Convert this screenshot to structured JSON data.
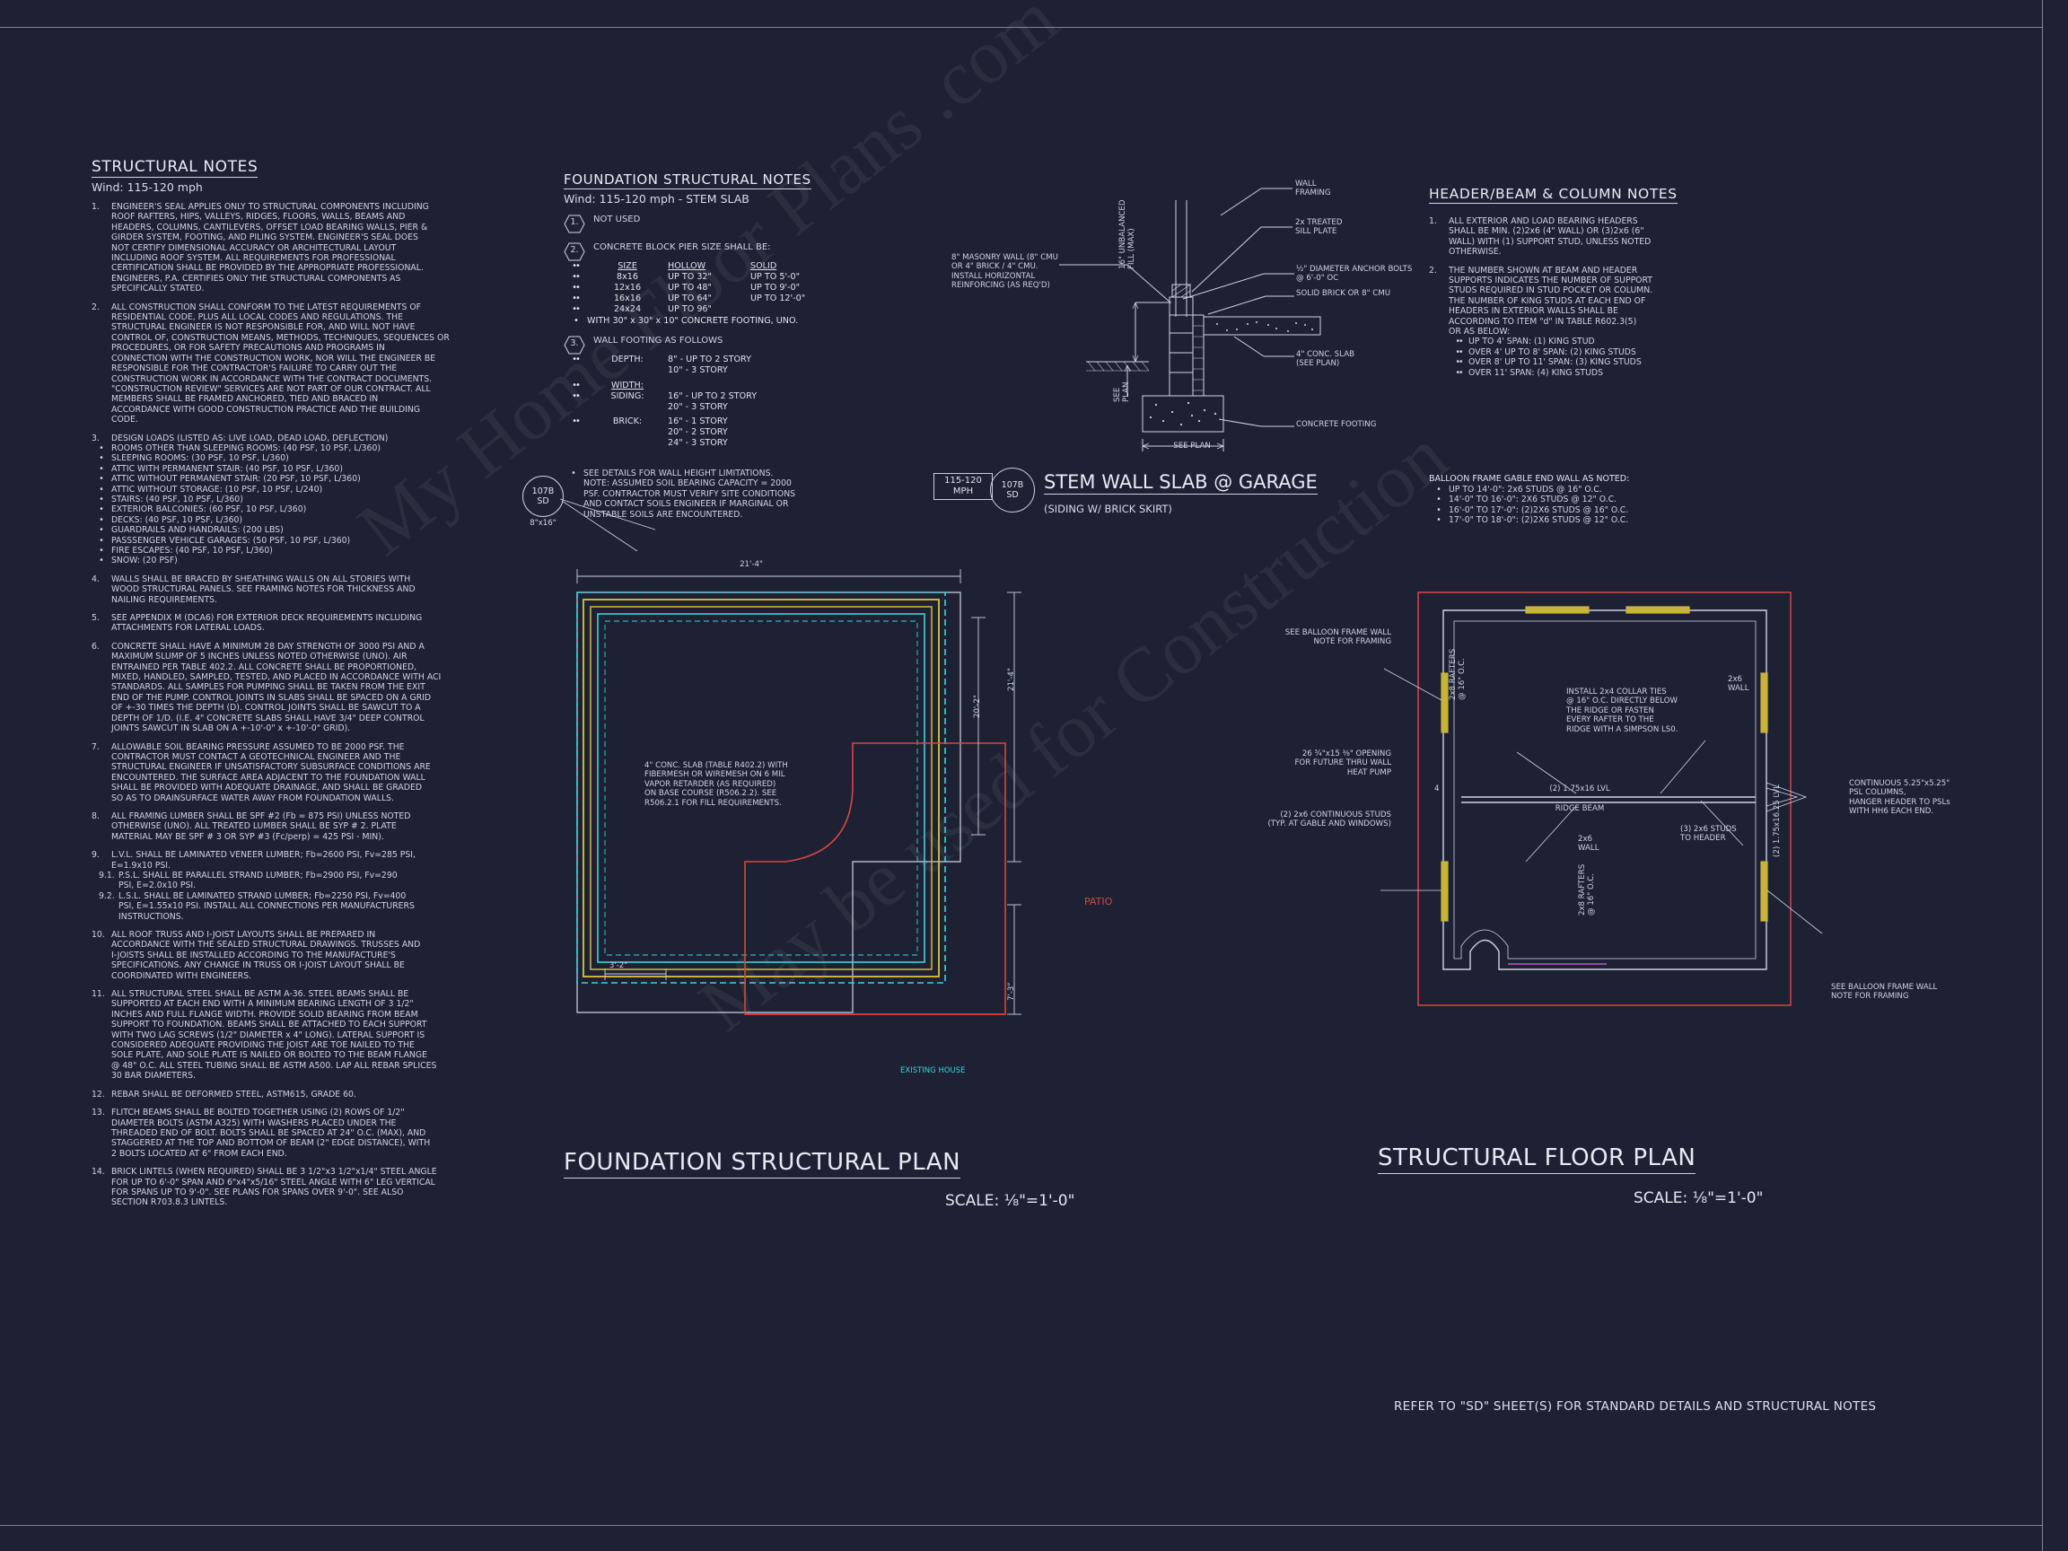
{
  "sheet": {
    "background": "#1d2133",
    "ink": "#cfd4e4"
  },
  "structural_notes": {
    "title": "STRUCTURAL NOTES",
    "wind": "Wind: 115-120 mph",
    "items": [
      {
        "num": "1.",
        "text": "ENGINEER'S SEAL APPLIES ONLY TO STRUCTURAL COMPONENTS INCLUDING\nROOF RAFTERS, HIPS, VALLEYS, RIDGES, FLOORS, WALLS, BEAMS AND\nHEADERS, COLUMNS, CANTILEVERS, OFFSET LOAD BEARING WALLS, PIER &\nGIRDER SYSTEM, FOOTING, AND PILING SYSTEM.  ENGINEER'S SEAL DOES\nNOT CERTIFY DIMENSIONAL ACCURACY OR ARCHITECTURAL LAYOUT\nINCLUDING ROOF SYSTEM. ALL REQUIREMENTS FOR PROFESSIONAL\nCERTIFICATION SHALL BE PROVIDED BY THE APPROPRIATE PROFESSIONAL.\nENGINEERS, P.A. CERTIFIES ONLY THE STRUCTURAL COMPONENTS AS\nSPECIFICALLY STATED."
      },
      {
        "num": "2.",
        "text": "ALL CONSTRUCTION SHALL CONFORM TO THE LATEST REQUIREMENTS OF\nRESIDENTIAL CODE, PLUS ALL LOCAL CODES AND REGULATIONS. THE\nSTRUCTURAL ENGINEER IS NOT RESPONSIBLE FOR, AND WILL NOT HAVE\nCONTROL OF, CONSTRUCTION MEANS, METHODS, TECHNIQUES, SEQUENCES OR\nPROCEDURES, OR FOR SAFETY PRECAUTIONS AND PROGRAMS IN\nCONNECTION WITH THE CONSTRUCTION WORK, NOR WILL THE ENGINEER BE\nRESPONSIBLE FOR THE CONTRACTOR'S FAILURE TO CARRY OUT THE\nCONSTRUCTION WORK IN ACCORDANCE WITH THE CONTRACT DOCUMENTS.\n\"CONSTRUCTION REVIEW\" SERVICES ARE NOT PART OF OUR CONTRACT. ALL\nMEMBERS SHALL BE FRAMED ANCHORED, TIED AND BRACED IN\nACCORDANCE WITH GOOD CONSTRUCTION PRACTICE AND THE BUILDING\nCODE."
      }
    ],
    "design_loads": {
      "num": "3.",
      "heading": "DESIGN LOADS (LISTED AS: LIVE LOAD, DEAD LOAD, DEFLECTION)",
      "bullets": [
        "ROOMS OTHER THAN SLEEPING ROOMS: (40 PSF, 10 PSF, L/360)",
        "SLEEPING ROOMS: (30 PSF, 10 PSF, L/360)",
        "ATTIC WITH PERMANENT STAIR: (40 PSF, 10 PSF, L/360)",
        "ATTIC WITHOUT PERMANENT STAIR: (20 PSF, 10 PSF, L/360)",
        "ATTIC WITHOUT STORAGE: (10 PSF, 10 PSF, L/240)",
        "STAIRS: (40 PSF, 10 PSF, L/360)",
        "EXTERIOR BALCONIES: (60 PSF, 10 PSF, L/360)",
        "DECKS: (40 PSF, 10 PSF, L/360)",
        "GUARDRAILS AND HANDRAILS: (200 LBS)",
        "PASSSENGER VEHICLE GARAGES: (50 PSF, 10 PSF, L/360)",
        "FIRE ESCAPES: (40 PSF, 10 PSF, L/360)",
        "SNOW: (20 PSF)"
      ]
    },
    "items2": [
      {
        "num": "4.",
        "text": "WALLS SHALL BE BRACED BY SHEATHING WALLS ON ALL STORIES WITH\nWOOD STRUCTURAL PANELS. SEE FRAMING NOTES FOR THICKNESS AND\nNAILING REQUIREMENTS."
      },
      {
        "num": "5.",
        "text": "SEE APPENDIX M (DCA6) FOR EXTERIOR DECK REQUIREMENTS INCLUDING\nATTACHMENTS FOR LATERAL LOADS."
      },
      {
        "num": "6.",
        "text": "CONCRETE SHALL HAVE A MINIMUM 28 DAY STRENGTH OF 3000 PSI AND A\nMAXIMUM SLUMP OF 5 INCHES UNLESS NOTED OTHERWISE (UNO). AIR\nENTRAINED PER TABLE 402.2. ALL CONCRETE SHALL BE PROPORTIONED,\nMIXED, HANDLED, SAMPLED, TESTED, AND PLACED IN ACCORDANCE WITH ACI\nSTANDARDS. ALL SAMPLES FOR PUMPING SHALL BE TAKEN FROM THE EXIT\nEND OF THE PUMP. CONTROL JOINTS IN SLABS SHALL BE SPACED ON A GRID\nOF +-30 TIMES THE DEPTH (D). CONTROL JOINTS SHALL BE SAWCUT TO A\nDEPTH OF 1/D. (I.E. 4\" CONCRETE SLABS SHALL HAVE 3/4\" DEEP CONTROL\nJOINTS SAWCUT IN SLAB ON A +-10'-0\" x +-10'-0\" GRID)."
      },
      {
        "num": "7.",
        "text": "ALLOWABLE SOIL BEARING PRESSURE ASSUMED TO BE 2000 PSF. THE\nCONTRACTOR MUST CONTACT A GEOTECHNICAL ENGINEER AND THE\nSTRUCTURAL ENGINEER IF UNSATISFACTORY SUBSURFACE CONDITIONS ARE\nENCOUNTERED. THE SURFACE AREA ADJACENT TO THE FOUNDATION WALL\nSHALL BE PROVIDED WITH ADEQUATE DRAINAGE, AND SHALL BE GRADED\nSO AS TO DRAINSURFACE WATER AWAY FROM FOUNDATION WALLS."
      },
      {
        "num": "8.",
        "text": "ALL FRAMING LUMBER SHALL BE SPF #2 (Fb = 875 PSI) UNLESS NOTED\nOTHERWISE (UNO). ALL TREATED LUMBER SHALL BE SYP # 2. PLATE\nMATERIAL MAY BE SPF # 3 OR SYP #3 (Fc/perp) = 425 PSI - MIN)."
      },
      {
        "num": "9.",
        "text": "L.V.L.  SHALL BE LAMINATED VENEER LUMBER; Fb=2600 PSI, Fv=285 PSI,\nE=1.9x10  PSI."
      },
      {
        "num": "9.1.",
        "text": "P.S.L. SHALL BE PARALLEL STRAND LUMBER; Fb=2900 PSI, Fv=290\nPSI, E=2.0x10  PSI."
      },
      {
        "num": "9.2.",
        "text": "L.S.L.  SHALL BE LAMINATED STRAND LUMBER; Fb=2250 PSI, Fv=400\nPSI, E=1.55x10  PSI. INSTALL ALL CONNECTIONS PER MANUFACTURERS\nINSTRUCTIONS."
      },
      {
        "num": "10.",
        "text": "ALL ROOF TRUSS AND I-JOIST LAYOUTS SHALL BE PREPARED IN\nACCORDANCE WITH THE SEALED STRUCTURAL DRAWINGS. TRUSSES AND\nI-JOISTS SHALL BE INSTALLED ACCORDING TO THE MANUFACTURE'S\nSPECIFICATIONS. ANY CHANGE IN TRUSS OR I-JOIST LAYOUT SHALL BE\nCOORDINATED WITH ENGINEERS."
      },
      {
        "num": "11.",
        "text": "ALL STRUCTURAL STEEL SHALL BE ASTM A-36. STEEL BEAMS SHALL BE\nSUPPORTED AT EACH END WITH A MINIMUM BEARING LENGTH OF 3 1/2\"\nINCHES AND FULL FLANGE WIDTH. PROVIDE SOLID BEARING FROM BEAM\nSUPPORT TO FOUNDATION. BEAMS SHALL BE ATTACHED TO EACH SUPPORT\nWITH TWO LAG SCREWS (1/2\" DIAMETER x 4\" LONG). LATERAL SUPPORT IS\nCONSIDERED ADEQUATE PROVIDING THE JOIST ARE TOE NAILED TO THE\nSOLE PLATE, AND SOLE PLATE IS NAILED OR BOLTED TO THE BEAM FLANGE\n@ 48\" O.C. ALL STEEL TUBING SHALL BE ASTM A500. LAP ALL REBAR SPLICES\n30 BAR DIAMETERS."
      },
      {
        "num": "12.",
        "text": "REBAR SHALL BE DEFORMED STEEL, ASTM615, GRADE 60."
      },
      {
        "num": "13.",
        "text": "FLITCH BEAMS SHALL BE BOLTED TOGETHER USING (2) ROWS OF 1/2\"\nDIAMETER BOLTS (ASTM A325) WITH WASHERS PLACED UNDER THE\nTHREADED END OF BOLT. BOLTS SHALL BE SPACED AT 24\" O.C. (MAX), AND\nSTAGGERED AT THE TOP AND BOTTOM OF BEAM (2\" EDGE DISTANCE), WITH\n2 BOLTS LOCATED AT 6\" FROM EACH END."
      },
      {
        "num": "14.",
        "text": "BRICK LINTELS (WHEN REQUIRED) SHALL BE 3 1/2\"x3 1/2\"x1/4\" STEEL ANGLE\nFOR UP TO 6'-0\" SPAN AND 6\"x4\"x5/16\" STEEL ANGLE WITH 6\" LEG VERTICAL\nFOR SPANS UP TO 9'-0\". SEE PLANS FOR SPANS OVER 9'-0\". SEE ALSO\nSECTION R703.8.3 LINTELS."
      }
    ]
  },
  "foundation_notes": {
    "title": "FOUNDATION STRUCTURAL NOTES",
    "wind": "Wind: 115-120 mph - STEM SLAB",
    "key1": {
      "tag": "1.",
      "text": "NOT USED"
    },
    "key2": {
      "tag": "2.",
      "heading": "CONCRETE BLOCK PIER SIZE SHALL BE:",
      "table_headers": [
        "SIZE",
        "HOLLOW",
        "SOLID"
      ],
      "rows": [
        [
          "8x16",
          "UP TO 32\"",
          "UP TO 5'-0\""
        ],
        [
          "12x16",
          "UP TO 48\"",
          "UP TO 9'-0\""
        ],
        [
          "16x16",
          "UP TO 64\"",
          "UP TO 12'-0\""
        ],
        [
          "24x24",
          "UP TO 96\"",
          ""
        ]
      ],
      "footnote": "WITH 30\" x 30\" x 10\" CONCRETE FOOTING, UNO."
    },
    "key3": {
      "tag": "3.",
      "heading": "WALL FOOTING AS FOLLOWS",
      "depth_label": "DEPTH:",
      "depth_values": [
        "8\" - UP TO 2 STORY",
        "10\" - 3 STORY"
      ],
      "width_label": "WIDTH:",
      "siding_label": "SIDING:",
      "siding_values": [
        "16\" - UP TO 2 STORY",
        "20\" - 3 STORY"
      ],
      "brick_label": "BRICK:",
      "brick_values": [
        "16\" - 1 STORY",
        "20\" - 2 STORY",
        "24\" - 3 STORY"
      ]
    },
    "closing": "SEE DETAILS FOR WALL HEIGHT LIMITATIONS.\nNOTE: ASSUMED SOIL BEARING CAPACITY = 2000\nPSF. CONTRACTOR MUST VERIFY SITE CONDITIONS\nAND CONTACT SOILS ENGINEER IF MARGINAL OR\nUNSTABLE SOILS ARE ENCOUNTERED."
  },
  "header_notes": {
    "title": "HEADER/BEAM & COLUMN NOTES",
    "items": [
      {
        "num": "1.",
        "text": "ALL EXTERIOR AND LOAD BEARING HEADERS\nSHALL BE MIN. (2)2x6 (4\" WALL) OR (3)2x6 (6\"\nWALL) WITH (1) SUPPORT STUD, UNLESS NOTED\nOTHERWISE."
      },
      {
        "num": "2.",
        "text": "THE NUMBER SHOWN AT BEAM AND HEADER\nSUPPORTS INDICATES THE NUMBER OF SUPPORT\nSTUDS REQUIRED IN STUD POCKET OR COLUMN.\nTHE NUMBER OF KING STUDS AT EACH END OF\nHEADERS IN EXTERIOR WALLS SHALL BE\nACCORDING TO ITEM \"d\" IN TABLE R602.3(5)\nOR AS BELOW:"
      }
    ],
    "king_studs": [
      "UP TO 4' SPAN: (1) KING STUD",
      "OVER 4' UP TO 8' SPAN: (2) KING STUDS",
      "OVER 8' UP TO 11' SPAN: (3) KING STUDS",
      "OVER 11' SPAN: (4) KING STUDS"
    ],
    "balloon_heading": "BALLOON FRAME GABLE END WALL AS NOTED:",
    "balloon_items": [
      "UP TO 14'-0\": 2x6 STUDS @ 16\" O.C.",
      "14'-0\" TO 16'-0\": 2X6 STUDS @ 12\" O.C.",
      "16'-0\" TO 17'-0\": (2)2X6 STUDS @ 16\" O.C.",
      "17'-0\" TO 18'-0\": (2)2X6 STUDS @ 12\" O.C."
    ]
  },
  "detail": {
    "title": "STEM WALL SLAB @ GARAGE",
    "subtitle": "(SIDING W/ BRICK SKIRT)",
    "tag_mph": "115-120\nMPH",
    "tag_sheet_top": "107B",
    "tag_sheet_bottom": "SD",
    "labels": {
      "wall_framing": "WALL\nFRAMING",
      "sill_plate": "2x TREATED\nSILL PLATE",
      "anchor_bolts": "½\" DIAMETER ANCHOR BOLTS\n@ 6'-0\" OC",
      "solid_brick": "SOLID BRICK OR 8\" CMU",
      "conc_slab": "4\" CONC. SLAB\n(SEE PLAN)",
      "footing": "CONCRETE FOOTING",
      "masonry_wall": "8\" MASONRY WALL (8\" CMU\nOR 4\" BRICK / 4\" CMU.\nINSTALL HORIZONTAL\nREINFORCING (AS REQ'D)",
      "unbalanced_fill": "16\" UNBALANCED\nFILL (MAX)",
      "see_plan_v": "SEE\nPLAN",
      "see_plan_h": "SEE PLAN"
    }
  },
  "foundation_plan": {
    "title": "FOUNDATION STRUCTURAL PLAN",
    "scale": "SCALE: ⅛\"=1'-0\"",
    "dim_top": "21'-4\"",
    "dim_right": "21'-4\"",
    "dim_inner_v": "20'-2\"",
    "dim_inner_h": "3'-2\"",
    "dim_patio_v": "7'-3\"",
    "slab_note": "4\" CONC. SLAB (TABLE R402.2) WITH\nFIBERMESH OR WIREMESH ON 6 MIL\nVAPOR RETARDER (AS REQUIRED)\nON BASE COURSE (R506.2.2). SEE\nR506.2.1 FOR FILL REQUIREMENTS.",
    "pier_tag_top": "107B",
    "pier_tag_mid": "SD",
    "pier_tag_size": "8\"x16\"",
    "patio_label": "PATIO",
    "existing_house_label": "EXISTING HOUSE",
    "patio_color": "#d9463c",
    "slab_color": "#3fd2d8",
    "footing_color": "#c9b43a"
  },
  "floor_plan": {
    "title": "STRUCTURAL FLOOR PLAN",
    "scale": "SCALE: ⅛\"=1'-0\"",
    "labels": {
      "balloon_left": "SEE BALLOON FRAME WALL\nNOTE FOR FRAMING",
      "balloon_right": "SEE BALLOON FRAME WALL\nNOTE FOR FRAMING",
      "heat_pump": "26 ¾\"x15 ⅜\" OPENING\nFOR FUTURE THRU WALL\nHEAT PUMP",
      "cont_studs": "(2) 2x6 CONTINUOUS STUDS\n(TYP. AT GABLE AND WINDOWS)",
      "collar_ties": "INSTALL 2x4 COLLAR TIES\n@ 16\" O.C. DIRECTLY BELOW\nTHE RIDGE OR FASTEN\nEVERY RAFTER TO THE\nRIDGE WITH A SIMPSON LS0.",
      "wall_2x6_right": "2x6\nWALL",
      "wall_2x6_left": "2x6\nWALL",
      "rafters_left": "2x8 RAFTERS\n@ 16\" O.C.",
      "rafters_right": "2x8 RAFTERS\n@ 16\" O.C.",
      "ridge_beam": "(2) 1.75x16 LVL",
      "ridge_beam_name": "RIDGE BEAM",
      "studs_to_header": "(3) 2x6 STUDS\nTO HEADER",
      "psl_columns": "CONTINUOUS 5.25\"x5.25\"\nPSL COLUMNS,\nHANGER HEADER TO PSLs\nWITH HH6 EACH END.",
      "lvl_right": "(2) 1.75x16.25 LVL",
      "number_4": "4"
    }
  },
  "footer": {
    "text": "REFER TO \"SD\" SHEET(S) FOR STANDARD DETAILS AND STRUCTURAL NOTES"
  },
  "watermark": {
    "line1": "My Home Floor Plans .com",
    "line2": "May be used for Construction"
  }
}
